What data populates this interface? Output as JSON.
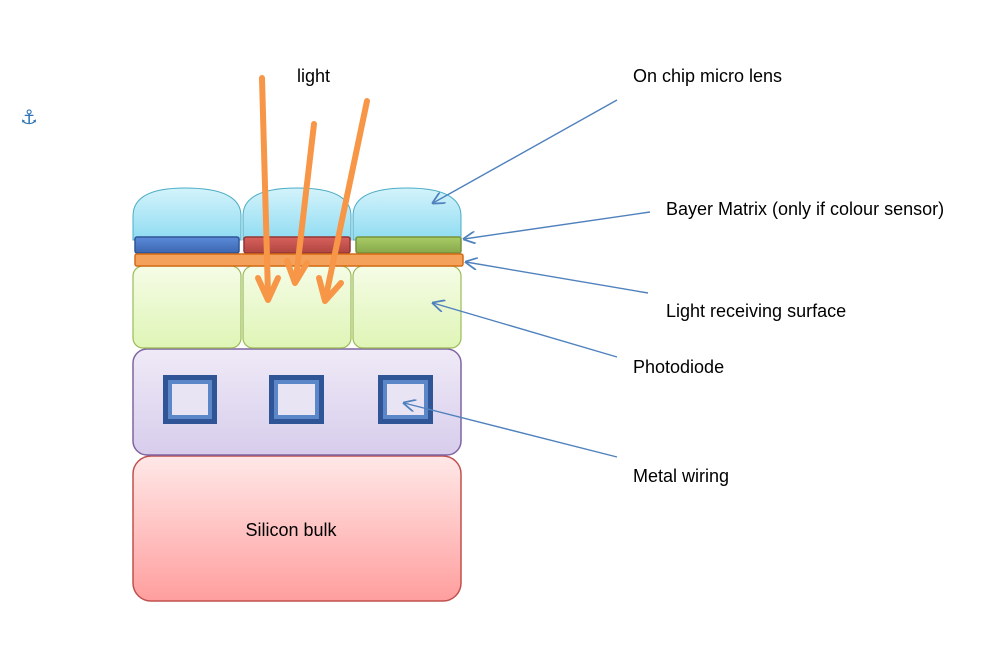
{
  "anchor_glyph": "⚓",
  "labels": {
    "light": "light",
    "micro_lens": "On chip micro lens",
    "bayer": "Bayer Matrix (only if colour sensor)",
    "light_surface": "Light receiving surface",
    "photodiode": "Photodiode",
    "metal_wiring": "Metal wiring",
    "silicon_bulk": "Silicon bulk"
  },
  "colors": {
    "bayer_blue": "#4472c4",
    "bayer_red": "#c0504d",
    "bayer_green": "#9bbb59",
    "light_arrow": "#f79646",
    "pointer": "#4f81bd",
    "photodiode_fill": "#ebf7cf",
    "wiring_layer_fill": "#e4dcf2",
    "wiring_layer_stroke": "#8064a2",
    "silicon_fill": "#ffc4c4",
    "silicon_stroke": "#c0504d"
  }
}
